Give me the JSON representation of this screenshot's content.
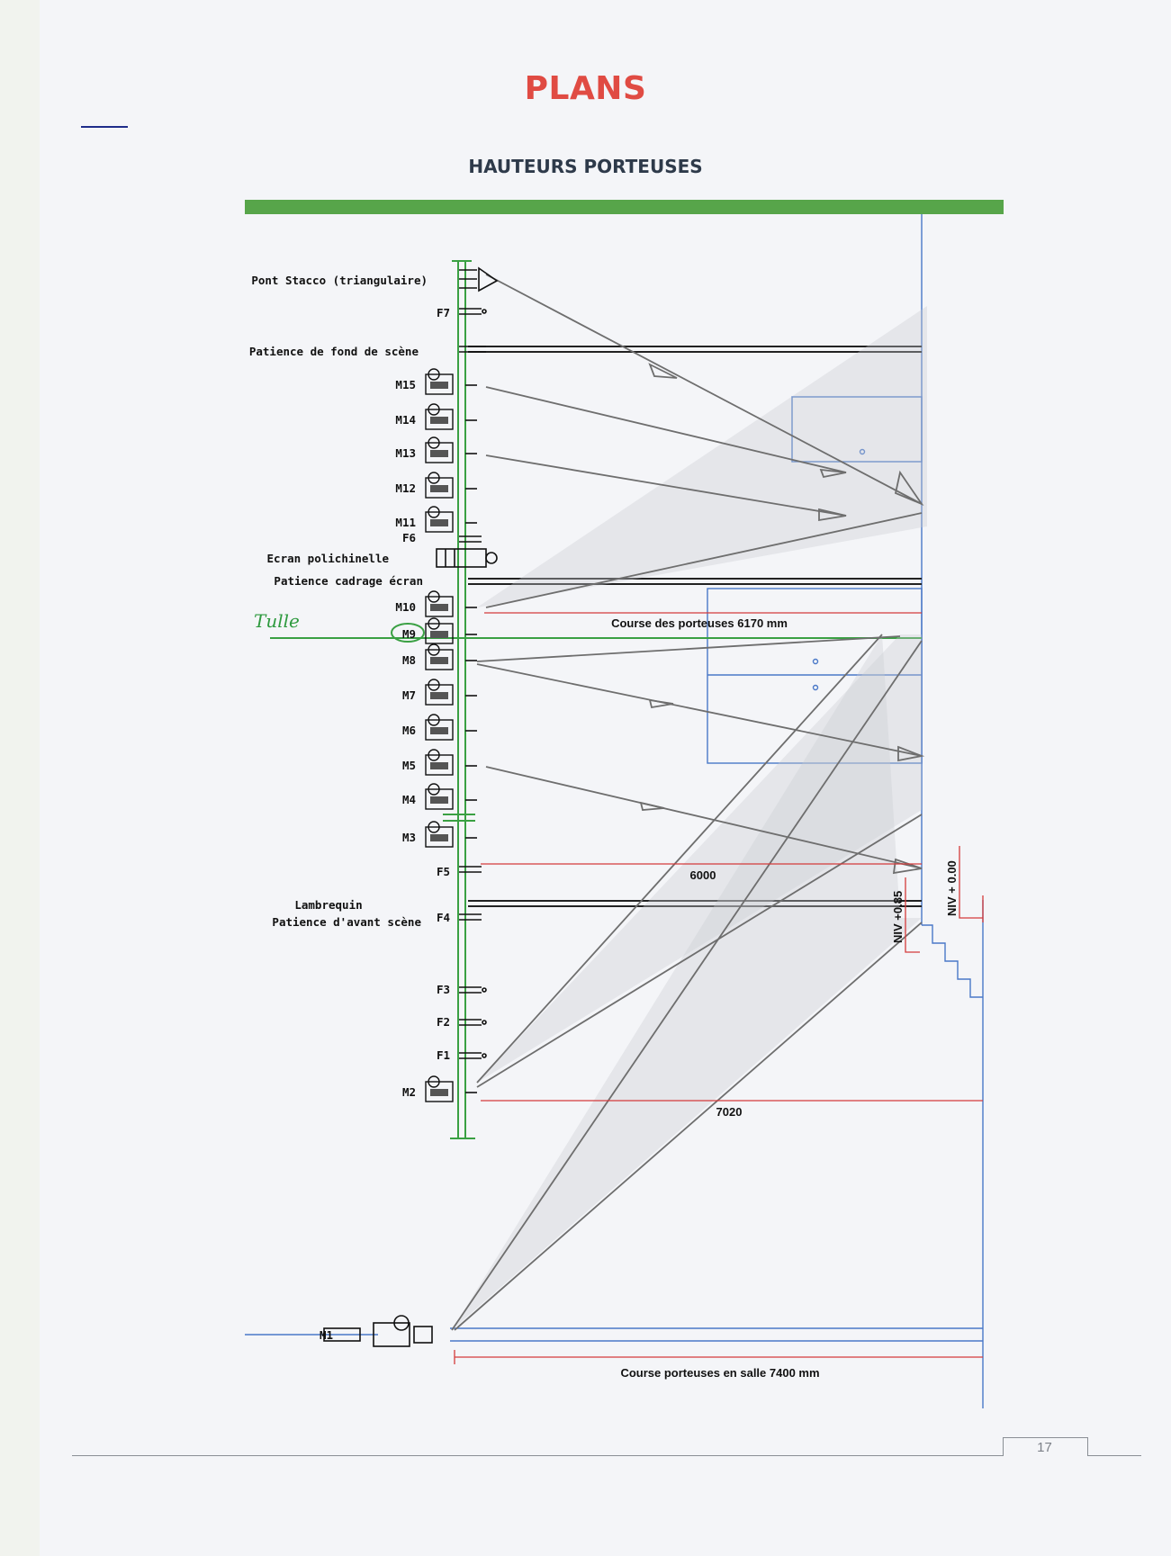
{
  "title": "PLANS",
  "subtitle": "HAUTEURS PORTEUSES",
  "labels": {
    "pont": "Pont Stacco (triangulaire)",
    "f7": "F7",
    "patience_fond": "Patience de fond de scène",
    "m15": "M15",
    "m14": "M14",
    "m13": "M13",
    "m12": "M12",
    "m11": "M11",
    "f6": "F6",
    "ecran": "Ecran polichinelle",
    "patience_ecran": "Patience cadrage écran",
    "m10": "M10",
    "m9": "M9",
    "m8": "M8",
    "m7": "M7",
    "m6": "M6",
    "m5": "M5",
    "m4": "M4",
    "m3": "M3",
    "f5": "F5",
    "lambrequin": "Lambrequin",
    "patience_avant": "Patience d'avant scène",
    "f4": "F4",
    "f3": "F3",
    "f2": "F2",
    "f1": "F1",
    "m2": "M2",
    "m1": "M1"
  },
  "handwritten_note": "Tulle",
  "dimensions": {
    "course_porteuses": "Course des porteuses 6170 mm",
    "d6000": "6000",
    "d7020": "7020",
    "course_salle": "Course porteuses en salle 7400 mm",
    "niv_085": "NIV +0.85",
    "niv_000": "NIV + 0.00"
  },
  "colors": {
    "title": "#e04b43",
    "green_bar": "#57a54a",
    "structure_green": "#3aa043",
    "wall_blue": "#4a78c8",
    "dimension_red": "#d43b3b",
    "pencil_grey": "#707070"
  },
  "page_number": "17"
}
